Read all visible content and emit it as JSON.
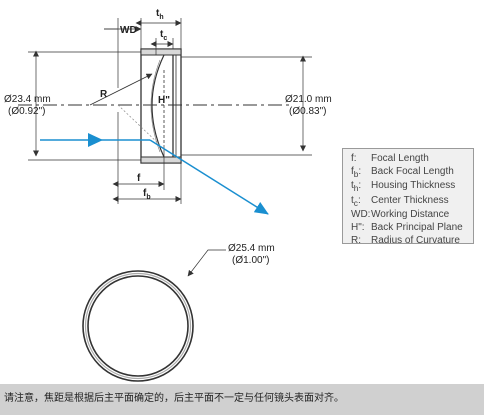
{
  "labels": {
    "wd": "WD",
    "th": "t",
    "th_sub": "h",
    "tc": "t",
    "tc_sub": "c",
    "r": "R",
    "hpp": "H\"",
    "f": "f",
    "fb": "f",
    "fb_sub": "b",
    "left_dia_mm": "Ø23.4 mm",
    "left_dia_in": "(Ø0.92\")",
    "right_dia_mm": "Ø21.0 mm",
    "right_dia_in": "(Ø0.83\")",
    "ring_dia_mm": "Ø25.4 mm",
    "ring_dia_in": "(Ø1.00\")"
  },
  "legend": {
    "items": [
      {
        "key": "f:",
        "def": "Focal Length"
      },
      {
        "key": "f<sub>b</sub>:",
        "def": "Back Focal Length"
      },
      {
        "key": "t<sub>h</sub>:",
        "def": "Housing Thickness"
      },
      {
        "key": "t<sub>c</sub>:",
        "def": "Center Thickness"
      },
      {
        "key": "WD:",
        "def": "Working Distance"
      },
      {
        "key": "H\":",
        "def": "Back Principal Plane"
      },
      {
        "key": "R:",
        "def": "Radius of Curvature"
      }
    ]
  },
  "footer": {
    "note": "请注意，焦距是根据后主平面确定的，后主平面不一定与任何镜头表面对齐。"
  },
  "colors": {
    "ray": "#1a8fd0",
    "line": "#333333",
    "legend_bg": "#f0f0f0",
    "footer_bg": "#d0d0d0"
  }
}
